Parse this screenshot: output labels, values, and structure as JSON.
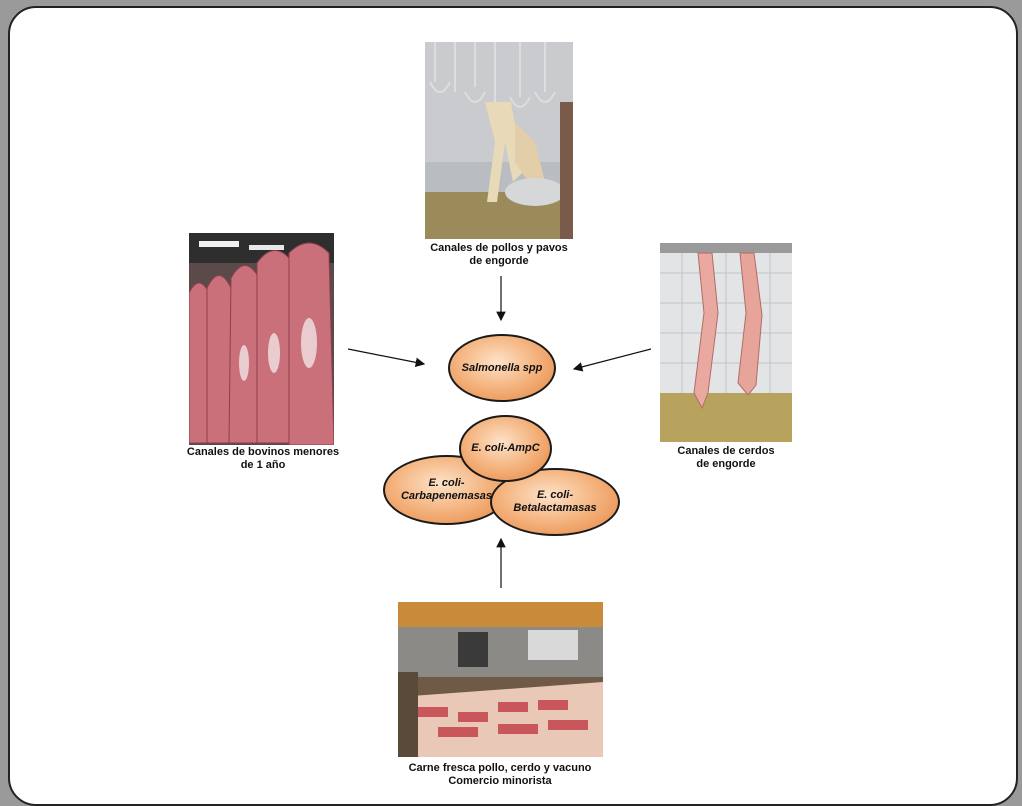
{
  "photos": {
    "poultry": {
      "caption": "Canales de pollos y pavos\nde engorde"
    },
    "cattle": {
      "caption": "Canales de bovinos menores\nde 1 año"
    },
    "pigs": {
      "caption": "Canales de cerdos\nde engorde"
    },
    "retail": {
      "caption": "Carne fresca pollo, cerdo y vacuno\nComercio minorista"
    }
  },
  "nodes": {
    "salmonella": "Salmonella spp",
    "ecoli_ampc": "E. coli-AmpC",
    "ecoli_carbapenem": "E. coli-\nCarbapenemasas",
    "ecoli_betalactam": "E. coli-\nBetalactamasas"
  },
  "colors": {
    "oval_fill": "#f4b27d",
    "oval_edge": "#1a1a1a",
    "background": "#9a9a9a"
  }
}
